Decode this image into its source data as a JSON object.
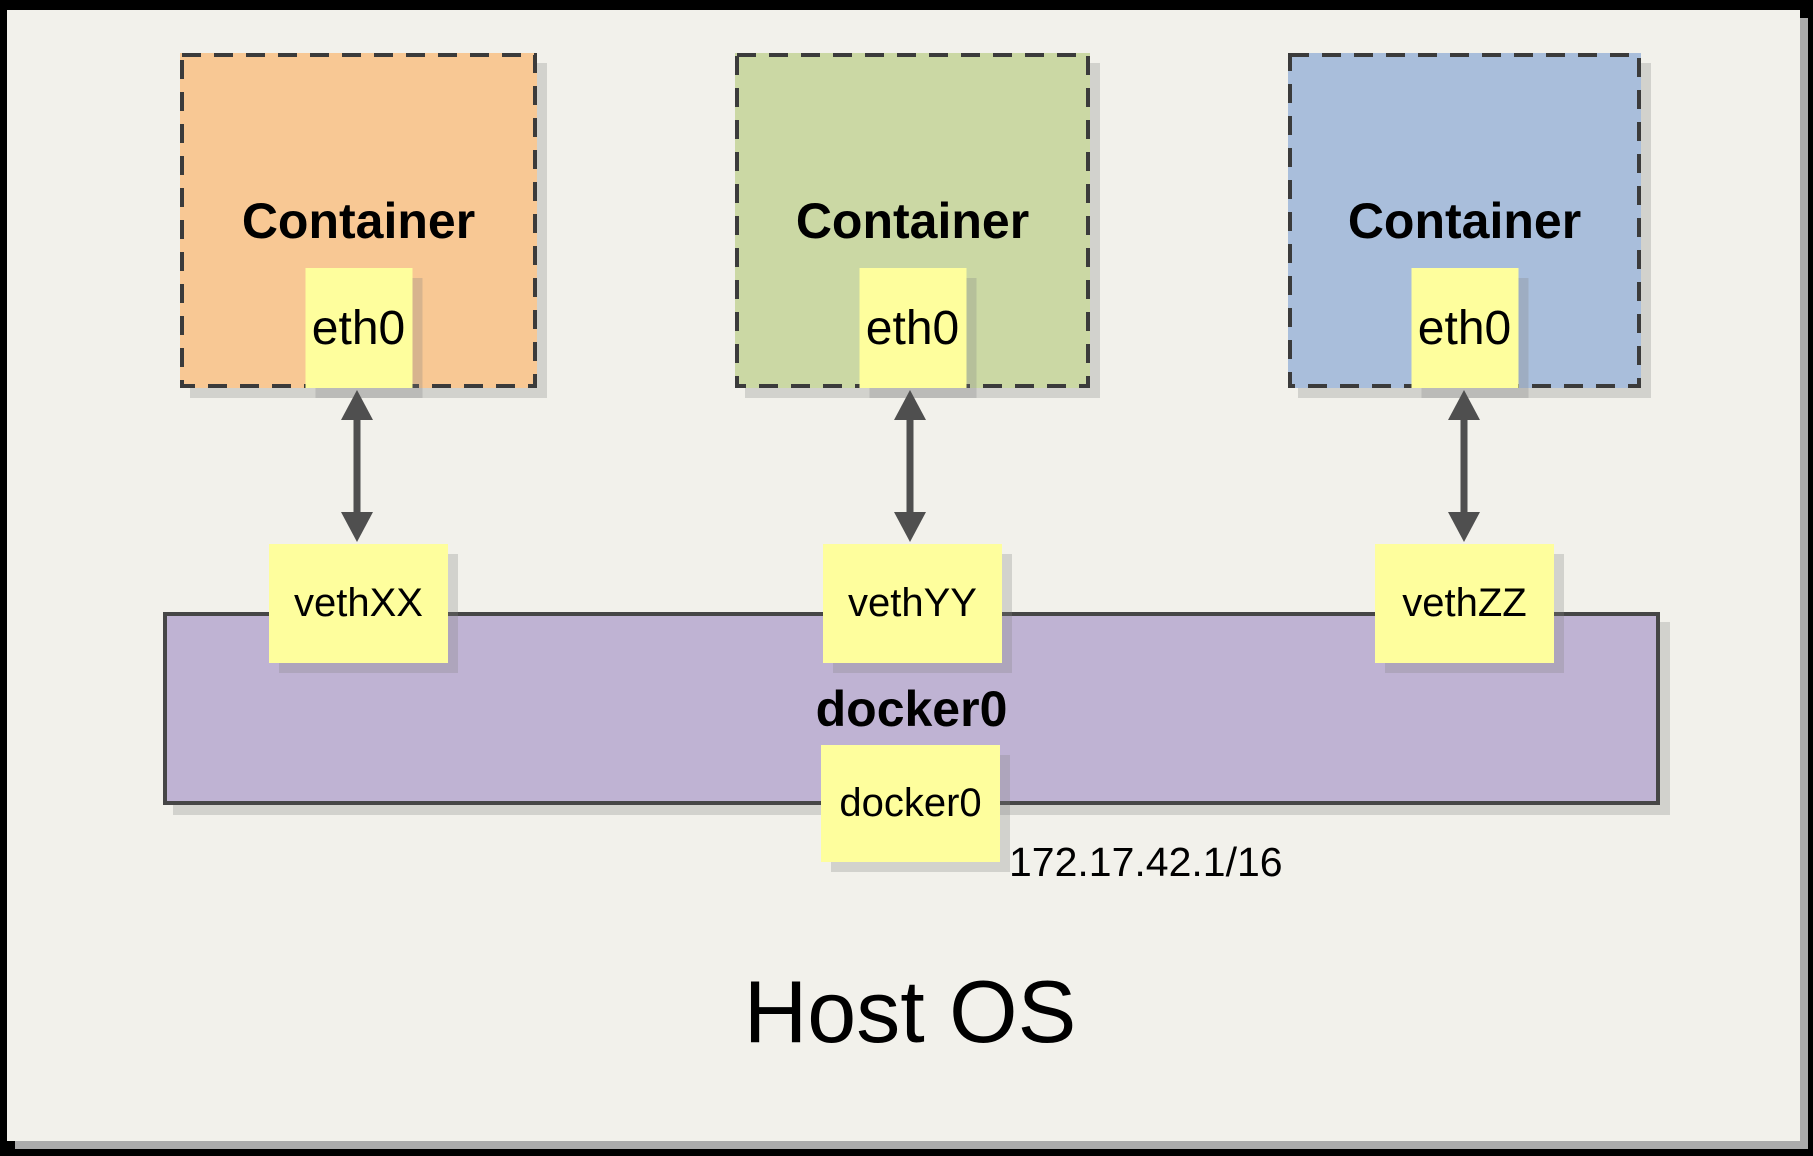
{
  "containers": [
    {
      "title": "Container",
      "iface": "eth0",
      "fill": "#F8C894"
    },
    {
      "title": "Container",
      "iface": "eth0",
      "fill": "#CBD8A4"
    },
    {
      "title": "Container",
      "iface": "eth0",
      "fill": "#A9BEDB"
    }
  ],
  "veths": [
    {
      "label": "vethXX"
    },
    {
      "label": "vethYY"
    },
    {
      "label": "vethZZ"
    }
  ],
  "bridge": {
    "title": "docker0",
    "iface": "docker0",
    "ip": "172.17.42.1/16",
    "fill": "#BFB3D3"
  },
  "host": {
    "label": "Host OS"
  },
  "colors": {
    "page_background": "#F2F1EB",
    "frame": "#000000",
    "page_shadow": "#ABABAB",
    "note_yellow": "#FEFE9D",
    "dash_border": "#3B3B3B",
    "bar_border": "#464646",
    "arrow": "#4F4F4F"
  }
}
